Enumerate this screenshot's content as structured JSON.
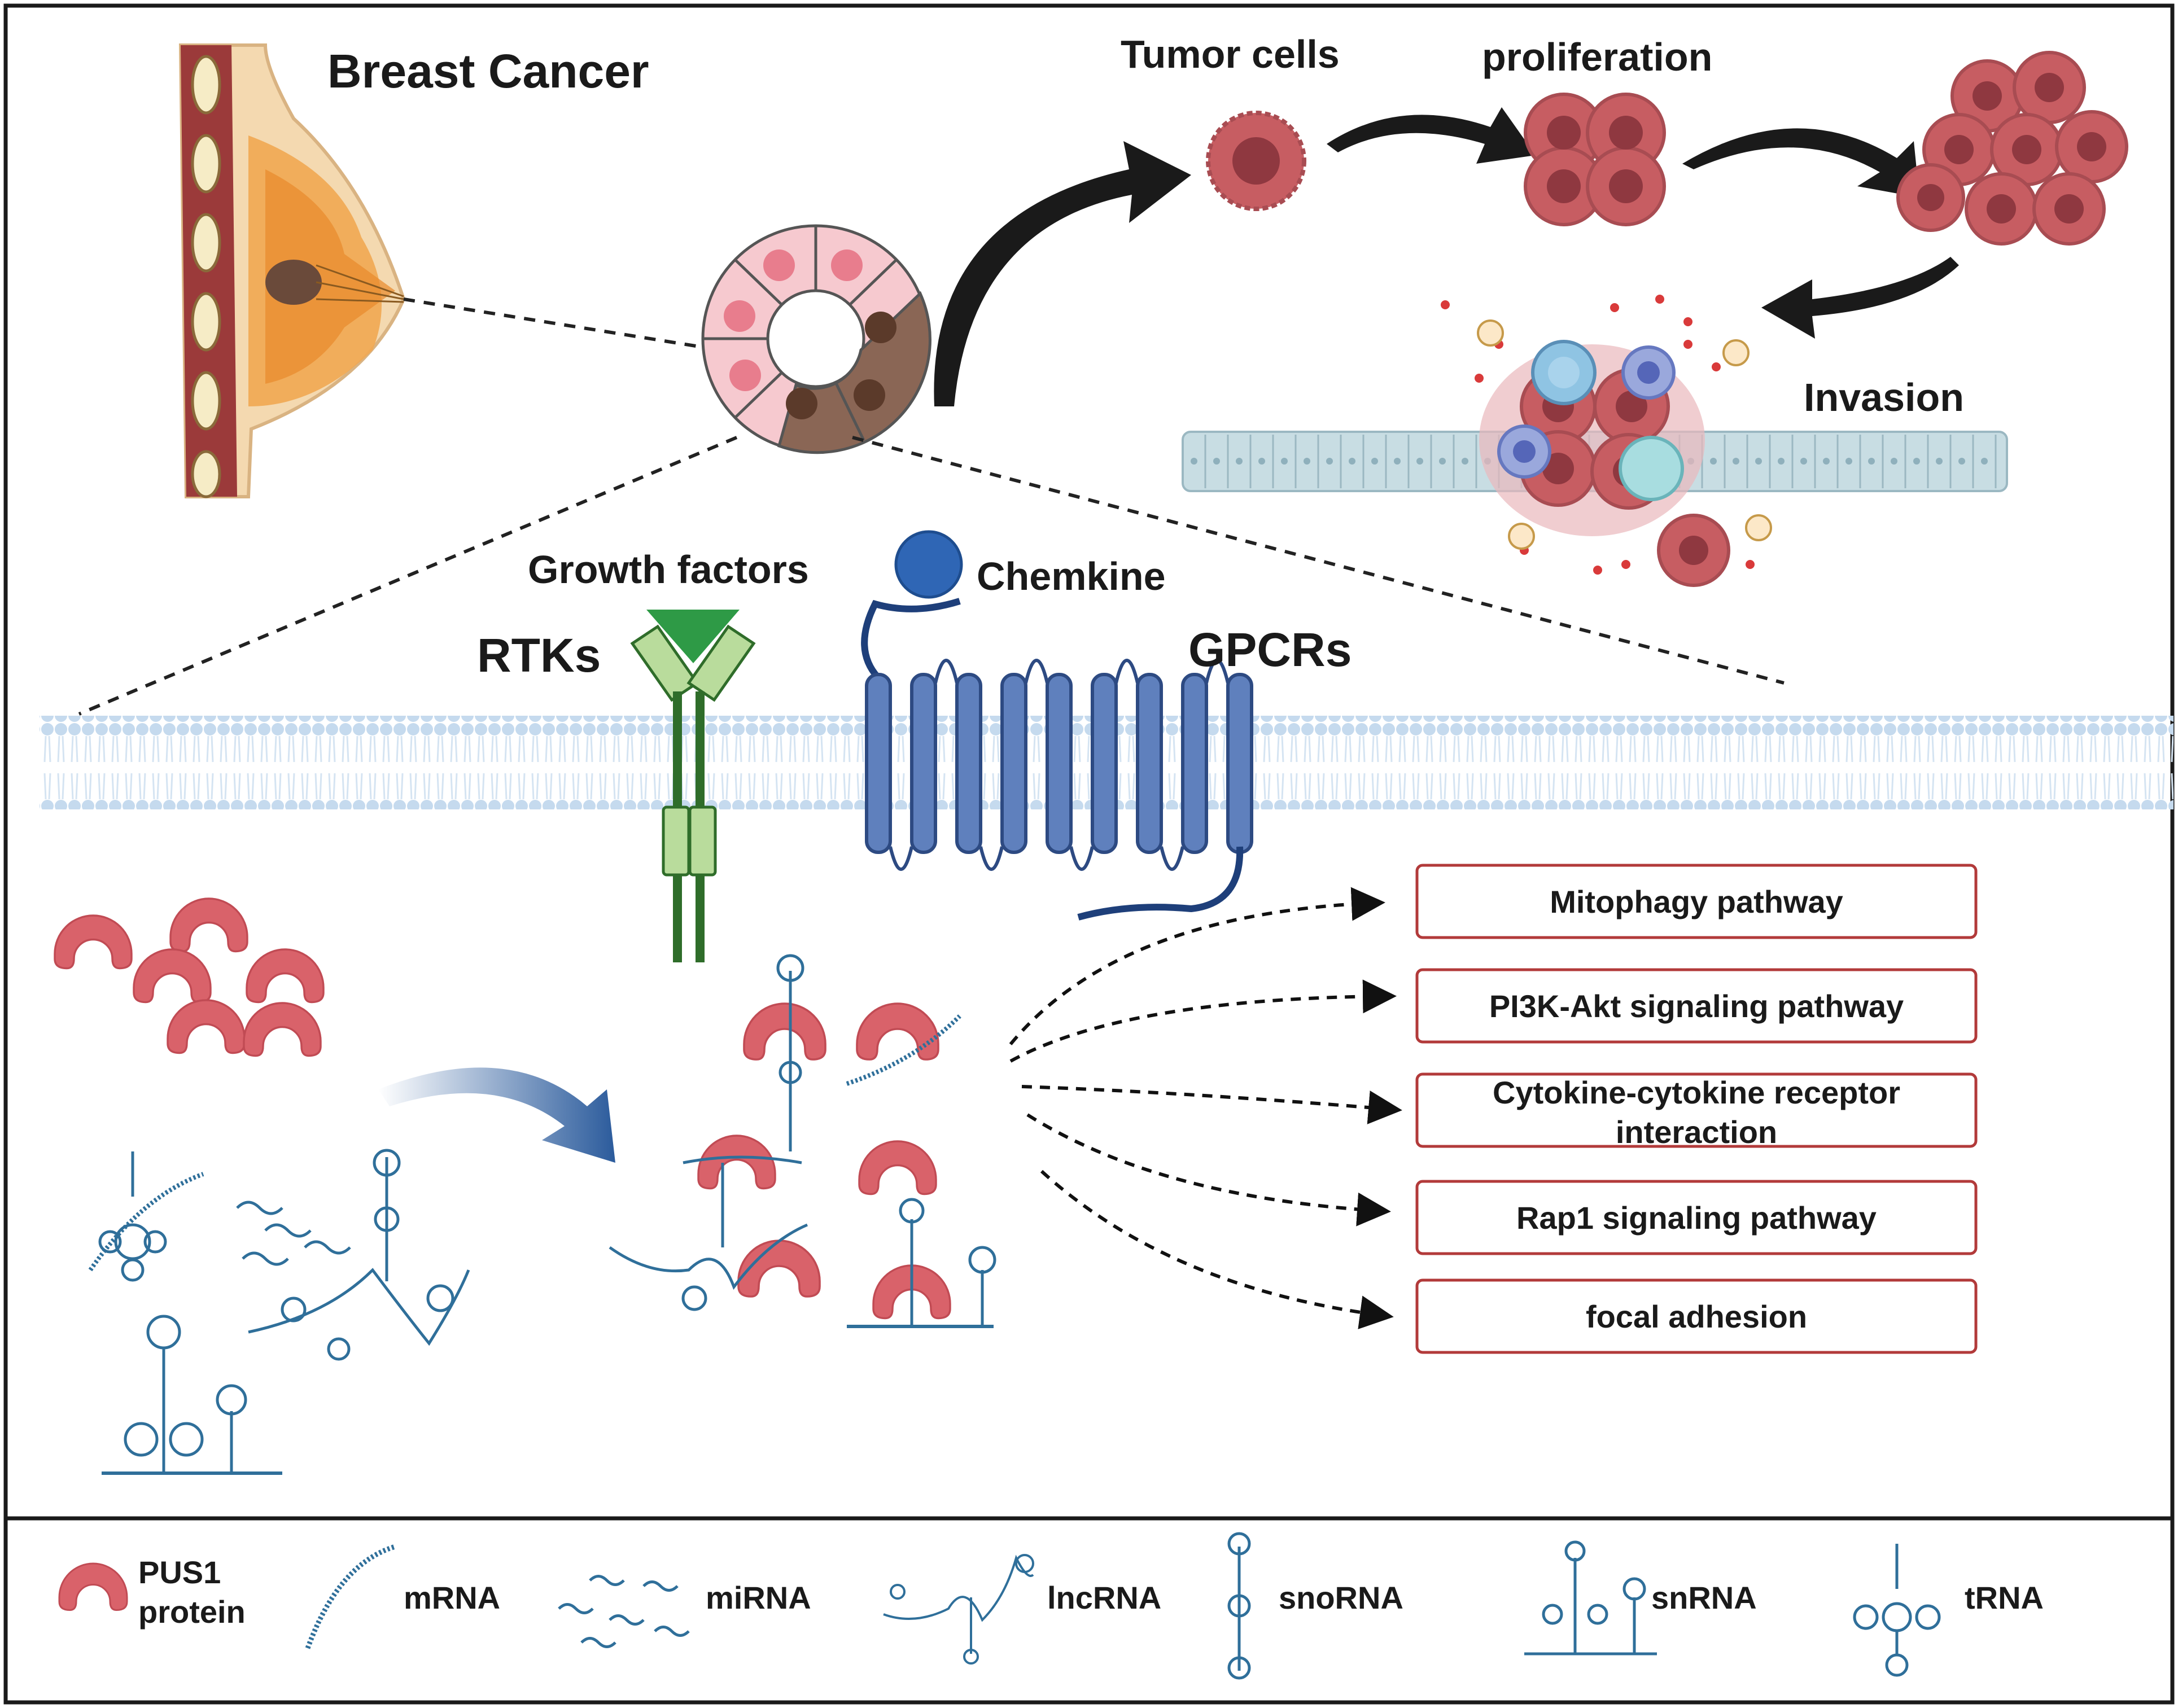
{
  "labels": {
    "breast_cancer": "Breast Cancer",
    "tumor_cells": "Tumor cells",
    "proliferation": "proliferation",
    "invasion": "Invasion",
    "growth_factors": "Growth factors",
    "chemkine": "Chemkine",
    "rtks": "RTKs",
    "gpcrs": "GPCRs"
  },
  "pathways": [
    {
      "line1": "Mitophagy pathway",
      "line2": ""
    },
    {
      "line1": "PI3K-Akt signaling pathway",
      "line2": ""
    },
    {
      "line1": "Cytokine-cytokine receptor",
      "line2": "interaction"
    },
    {
      "line1": "Rap1 signaling pathway",
      "line2": ""
    },
    {
      "line1": "focal adhesion",
      "line2": ""
    }
  ],
  "legend": {
    "pus1_line1": "PUS1",
    "pus1_line2": "protein",
    "mrna": "mRNA",
    "mirna": "miRNA",
    "lncrna": "lncRNA",
    "snorna": "snoRNA",
    "snrna": "snRNA",
    "trna": "tRNA"
  },
  "colors": {
    "pus1": "#d9626a",
    "rna": "#2f6f9a",
    "rtk_dark": "#2f6d2a",
    "rtk_light": "#b9dc9c",
    "gpcr": "#5f80bd",
    "membrane": "#c8dcef",
    "pathway_border": "#b23a3a",
    "tumor": "#c75d62"
  }
}
